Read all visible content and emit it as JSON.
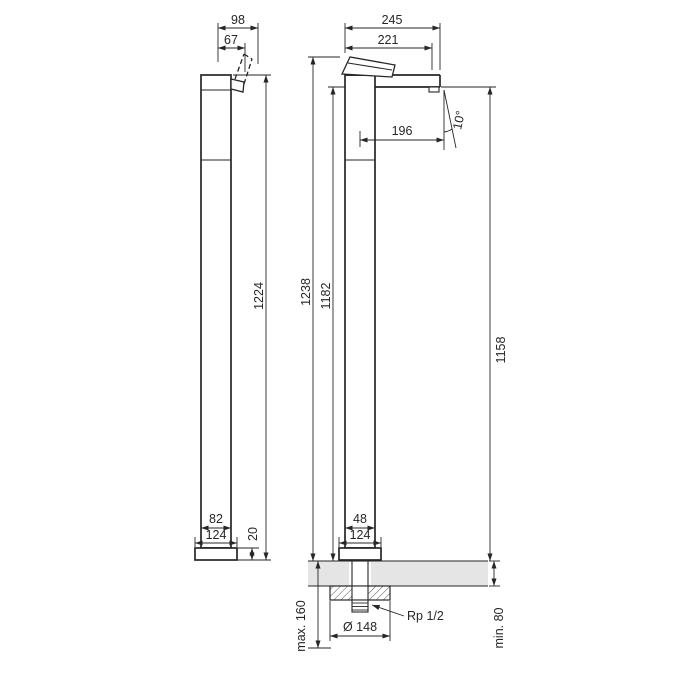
{
  "dims": {
    "d98": "98",
    "d67": "67",
    "d1224": "1224",
    "d82": "82",
    "d124_left": "124",
    "d20": "20",
    "d245": "245",
    "d221": "221",
    "d196": "196",
    "angle": "10°",
    "d1238": "1238",
    "d1182": "1182",
    "d1158": "1158",
    "d48": "48",
    "d124_right": "124",
    "max160": "max. 160",
    "dia148": "Ø 148",
    "rp12": "Rp 1/2",
    "min80": "min. 80"
  },
  "colors": {
    "line": "#262626",
    "floor": "#e5e5e5"
  }
}
